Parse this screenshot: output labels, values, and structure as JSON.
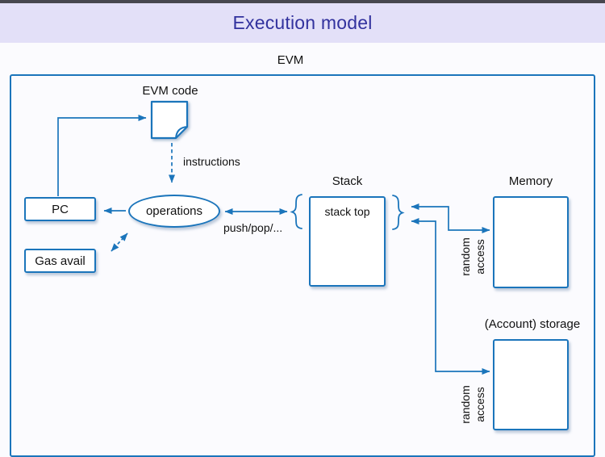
{
  "window": {
    "top_bar_color": "#47474f"
  },
  "header": {
    "title": "Execution model",
    "bg_color": "#e3e0f8",
    "title_color": "#32329e"
  },
  "theme": {
    "accent_blue": "#1b75bb",
    "page_bg": "#fbfbfe",
    "text_color": "#111111"
  },
  "diagram": {
    "container_label": "EVM",
    "nodes": {
      "evm_code": {
        "label": "EVM code",
        "icon": "document-page-folded-corner"
      },
      "pc": {
        "label": "PC"
      },
      "gas_avail": {
        "label": "Gas avail"
      },
      "operations": {
        "label": "operations"
      },
      "stack": {
        "title": "Stack",
        "top_cell": "stack top"
      },
      "memory": {
        "title": "Memory"
      },
      "account_storage": {
        "title": "(Account) storage"
      }
    },
    "edges": {
      "instructions_label": "instructions",
      "push_pop_label": "push/pop/...",
      "memory_access": {
        "line1": "random",
        "line2": "access"
      },
      "storage_access": {
        "line1": "random",
        "line2": "access"
      },
      "brace_left": "{",
      "brace_right": "}"
    }
  }
}
